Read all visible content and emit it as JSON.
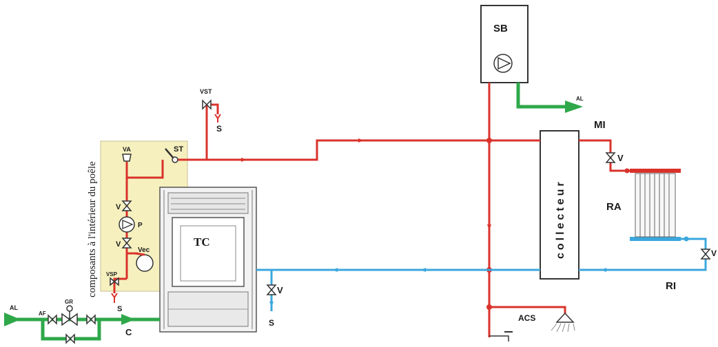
{
  "labels": {
    "sb": "SB",
    "al_top": "AL",
    "vst": "VST",
    "s_top": "S",
    "mi": "MI",
    "v_mi": "V",
    "va": "VA",
    "st": "ST",
    "v_pump_top": "V",
    "p": "P",
    "v_pump_bottom": "V",
    "vec": "Vec",
    "vsp": "VSP",
    "s_vsp": "S",
    "tc": "TC",
    "ra": "RA",
    "v_ra": "V",
    "ri": "RI",
    "v_return": "V",
    "s_return": "S",
    "acs": "ACS",
    "al_left": "AL",
    "af": "AF",
    "gr": "GR",
    "c": "C",
    "collecteur": "collecteur",
    "composants": "composants à l'intérieur du poêle"
  },
  "colors": {
    "hot": "#d9322b",
    "cold": "#3ba7dd",
    "feed": "#2fa84a",
    "panel": "#f6f0bf"
  }
}
